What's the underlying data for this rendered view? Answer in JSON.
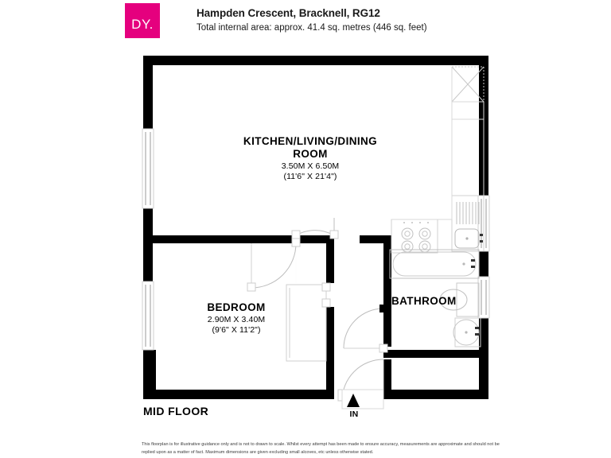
{
  "header": {
    "logo_text": "DY.",
    "logo_color": "#E5007E",
    "title": "Hampden Crescent, Bracknell, RG12",
    "subtitle": "Total internal area: approx. 41.4 sq. metres (446 sq. feet)"
  },
  "plan": {
    "floor_label": "MID FLOOR",
    "entrance_label": "IN",
    "rooms": [
      {
        "name": "KITCHEN/LIVING/DINING ROOM",
        "name_line1": "KITCHEN/LIVING/DINING",
        "name_line2": "ROOM",
        "dim_metric": "3.50M X 6.50M",
        "dim_imperial": "(11'6\" X 21'4\")"
      },
      {
        "name": "BEDROOM",
        "dim_metric": "2.90M X 3.40M",
        "dim_imperial": "(9'6\" X 11'2\")"
      },
      {
        "name": "BATHROOM",
        "dim_metric": "",
        "dim_imperial": ""
      }
    ],
    "fixtures": [
      "wall-cabinet-x",
      "kitchen-sink",
      "kitchen-hob",
      "bathtub",
      "toilet",
      "washbasin",
      "built-in-wardrobe"
    ],
    "windows": 5,
    "doors": 4,
    "wall_color": "#000000"
  },
  "disclaimer": {
    "line1": "This floorplan is for illustrative guidance only and is not to drawn to scale. Whilst every attempt has been made to ensure accuracy, measurements are",
    "line2": "approximate and should not be replied upon as a matter of fact. Maximum dimensions are given excluding small alcoves, etc unless otherwise stated."
  }
}
